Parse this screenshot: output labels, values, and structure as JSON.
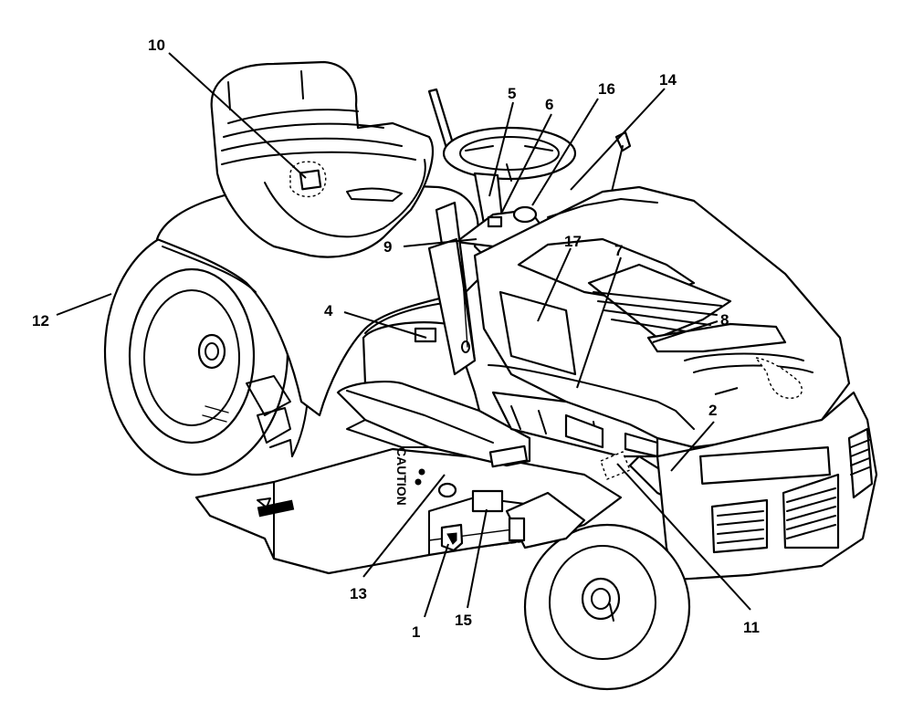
{
  "diagram": {
    "decal_text": "CAUTION",
    "callouts": [
      {
        "id": "c1",
        "label": "1"
      },
      {
        "id": "c2",
        "label": "2"
      },
      {
        "id": "c4",
        "label": "4"
      },
      {
        "id": "c5",
        "label": "5"
      },
      {
        "id": "c6",
        "label": "6"
      },
      {
        "id": "c7",
        "label": "7"
      },
      {
        "id": "c8",
        "label": "8"
      },
      {
        "id": "c9",
        "label": "9"
      },
      {
        "id": "c10",
        "label": "10"
      },
      {
        "id": "c11",
        "label": "11"
      },
      {
        "id": "c12",
        "label": "12"
      },
      {
        "id": "c13",
        "label": "13"
      },
      {
        "id": "c14",
        "label": "14"
      },
      {
        "id": "c15",
        "label": "15"
      },
      {
        "id": "c16",
        "label": "16"
      },
      {
        "id": "c17",
        "label": "17"
      }
    ]
  }
}
